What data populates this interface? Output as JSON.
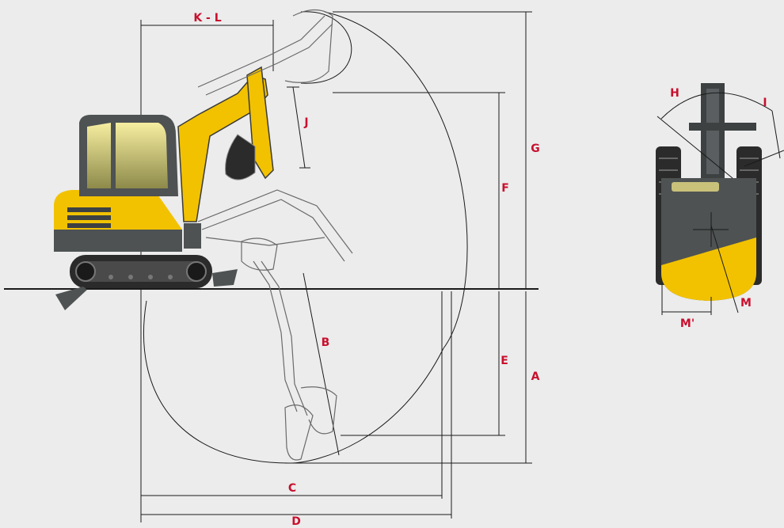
{
  "colors": {
    "background": "#ececec",
    "label": "#c8102e",
    "line": "#1a1a1a",
    "machine_yellow": "#f2c200",
    "body_dark": "#4e5253",
    "outline_gray": "#8a8a8a"
  },
  "labels": {
    "k_l": "K - L",
    "j": "J",
    "g": "G",
    "f": "F",
    "e": "E",
    "a": "A",
    "b": "B",
    "c": "C",
    "d": "D",
    "h": "H",
    "i": "I",
    "m": "M",
    "m_prime": "M'"
  }
}
